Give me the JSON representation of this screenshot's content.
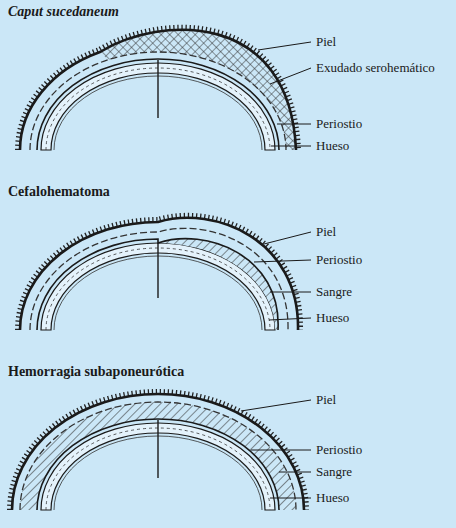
{
  "diagram": {
    "labels": [
      "Caput sucedaneum",
      "Piel",
      "Exudado serohemático",
      "Periostio",
      "Hueso",
      "Cefalohematoma",
      "Piel",
      "Periostio",
      "Sangre",
      "Hueso",
      "Hemorragia subaponeurótica",
      "Piel",
      "Periostio",
      "Sangre",
      "Hueso"
    ]
  }
}
